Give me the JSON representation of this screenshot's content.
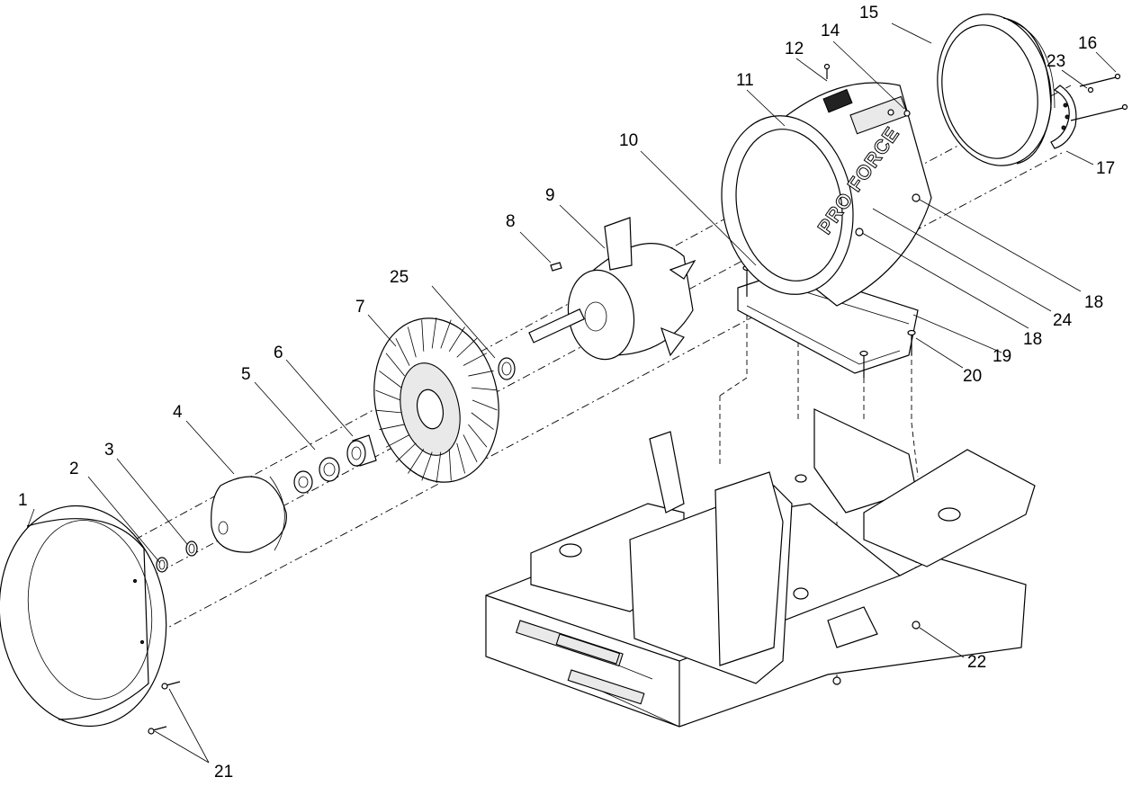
{
  "diagram": {
    "brand_text": "PRO FORCE",
    "callouts": [
      {
        "id": "c1",
        "text": "1"
      },
      {
        "id": "c2",
        "text": "2"
      },
      {
        "id": "c3",
        "text": "3"
      },
      {
        "id": "c4",
        "text": "4"
      },
      {
        "id": "c5",
        "text": "5"
      },
      {
        "id": "c6",
        "text": "6"
      },
      {
        "id": "c7",
        "text": "7"
      },
      {
        "id": "c8",
        "text": "8"
      },
      {
        "id": "c9",
        "text": "9"
      },
      {
        "id": "c10",
        "text": "10"
      },
      {
        "id": "c11",
        "text": "11"
      },
      {
        "id": "c12",
        "text": "12"
      },
      {
        "id": "c14",
        "text": "14"
      },
      {
        "id": "c15",
        "text": "15"
      },
      {
        "id": "c16",
        "text": "16"
      },
      {
        "id": "c17",
        "text": "17"
      },
      {
        "id": "c18a",
        "text": "18"
      },
      {
        "id": "c18b",
        "text": "18"
      },
      {
        "id": "c19",
        "text": "19"
      },
      {
        "id": "c20",
        "text": "20"
      },
      {
        "id": "c21",
        "text": "21"
      },
      {
        "id": "c22",
        "text": "22"
      },
      {
        "id": "c23",
        "text": "23"
      },
      {
        "id": "c24",
        "text": "24"
      },
      {
        "id": "c25",
        "text": "25"
      }
    ]
  }
}
